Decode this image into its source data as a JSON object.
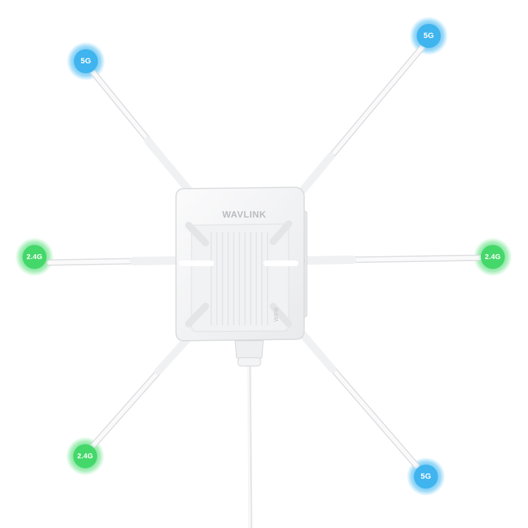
{
  "product": {
    "brand": "WAVLINK",
    "wifi_mark": "WiFi6"
  },
  "antennas": [
    {
      "band": "5G",
      "side": "top-left"
    },
    {
      "band": "5G",
      "side": "top-right"
    },
    {
      "band": "2.4G",
      "side": "left"
    },
    {
      "band": "2.4G",
      "side": "right"
    },
    {
      "band": "2.4G",
      "side": "bottom-left"
    },
    {
      "band": "5G",
      "side": "bottom-right"
    }
  ],
  "colors": {
    "band_5g": "#3fb4ee",
    "band_24g": "#44d86a",
    "device": "#f4f5f6"
  }
}
